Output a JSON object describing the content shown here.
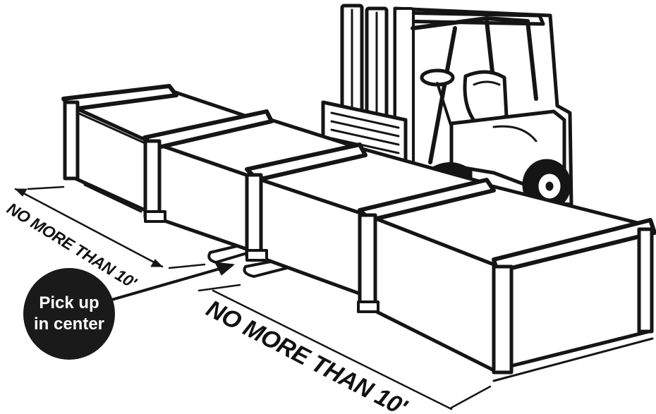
{
  "figure": {
    "dimension_labels": [
      "NO MORE THAN 10'",
      "NO MORE THAN 10'"
    ],
    "callout": {
      "line1": "Pick up",
      "line2": "in center"
    }
  },
  "colors": {
    "ink": "#151515",
    "paper": "#ffffff",
    "callout_fill": "#1a1a1a"
  },
  "icons": [
    "forklift-icon",
    "arrow-icon"
  ]
}
